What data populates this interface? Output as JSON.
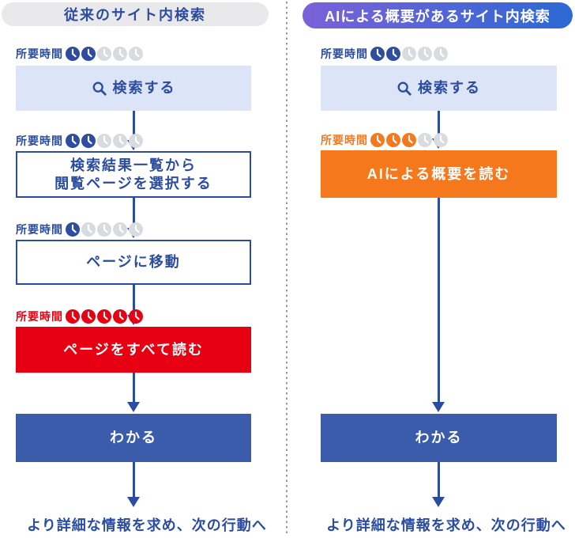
{
  "labels": {
    "time_required": "所要時間",
    "next_action": "より詳細な情報を求め、次の行動へ"
  },
  "left": {
    "title": "従来のサイト内検索",
    "steps": {
      "search": {
        "label": "検索する",
        "clocks": {
          "filled": 2,
          "total": 5,
          "variant": "blue"
        }
      },
      "select": {
        "label": "検索結果一覧から\n閲覧ページを選択する",
        "clocks": {
          "filled": 2,
          "total": 5,
          "variant": "blue"
        }
      },
      "move": {
        "label": "ページに移動",
        "clocks": {
          "filled": 1,
          "total": 5,
          "variant": "blue"
        }
      },
      "read_all": {
        "label": "ページをすべて読む",
        "clocks": {
          "filled": 5,
          "total": 5,
          "variant": "red"
        }
      },
      "understand": {
        "label": "わかる"
      }
    }
  },
  "right": {
    "title": "AIによる概要があるサイト内検索",
    "steps": {
      "search": {
        "label": "検索する",
        "clocks": {
          "filled": 2,
          "total": 5,
          "variant": "blue"
        }
      },
      "ai_summary": {
        "label": "AIによる概要を読む",
        "clocks": {
          "filled": 3,
          "total": 5,
          "variant": "orange"
        }
      },
      "understand": {
        "label": "わかる"
      }
    }
  },
  "colors": {
    "primary_blue": "#2b4c9f",
    "solid_blue_box": "#3a5caa",
    "light_blue_box": "#dce4f7",
    "red": "#e60012",
    "orange": "#f5791c",
    "pill_gray": "#e9e9eb",
    "pill_gradient_from": "#7b61d8",
    "pill_gradient_to": "#2c69d4",
    "clock": {
      "blue": "#2e4ca0",
      "red": "#e60012",
      "orange": "#f5791c",
      "empty": "#dadbe0"
    }
  }
}
